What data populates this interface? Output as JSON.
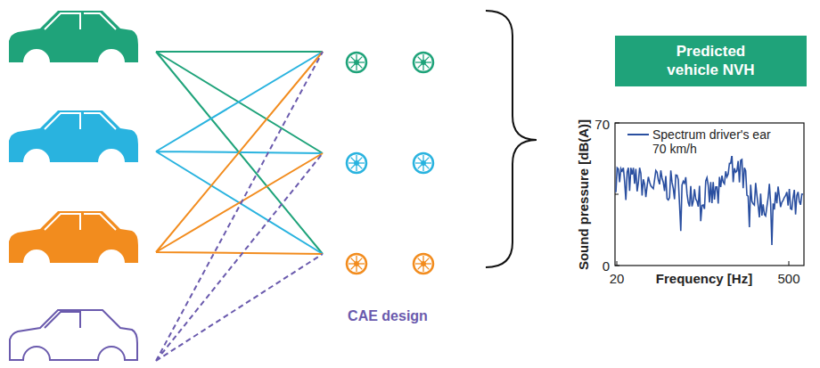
{
  "diagram": {
    "nodes": [
      {
        "text": [
          "Predicted vehicle NVH"
        ]
      }
    ],
    "labels": [
      "CAE design",
      "Sound pressure [dB(A)]",
      "70",
      "0",
      "20",
      "500",
      "Frequency [Hz]"
    ],
    "legend": [
      {
        "text": "Spectrum driver's ear 70 km/h"
      }
    ]
  }
}
